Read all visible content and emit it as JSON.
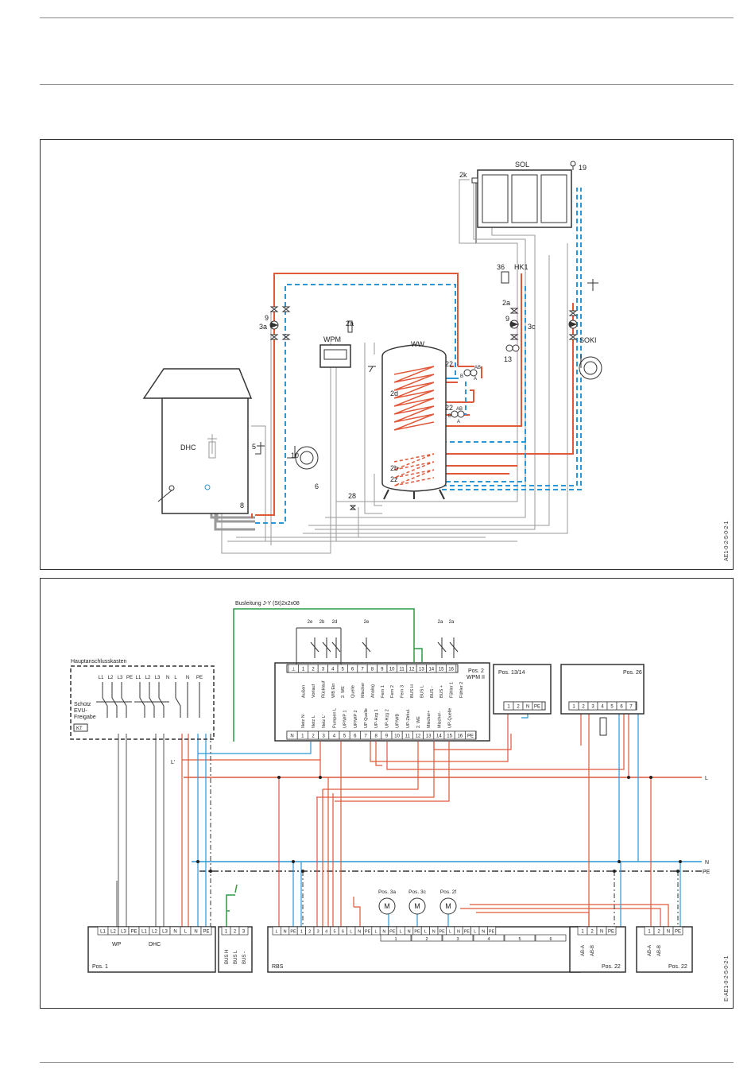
{
  "colors": {
    "supply": "#e0573a",
    "return": "#2b97d6",
    "grey": "#9a9a9a",
    "bus": "#2f9a45",
    "line": "#333333"
  },
  "hydraulic": {
    "ref": "AE1-0-2-5-0-2-1",
    "labels": {
      "sol": "SOL",
      "n19": "19",
      "n2k": "2k",
      "n36": "36",
      "hk1": "HK1",
      "n2a_hk": "2a",
      "n9_hk": "9",
      "n3c": "3c",
      "n13": "13",
      "soki": "SOKI",
      "n9": "9",
      "n3a": "3a",
      "wpm": "WPM",
      "n2a_wpm": "2a",
      "ww": "WW",
      "n22a": "22",
      "n22b": "22",
      "ab1": "AB",
      "b1": "B",
      "a1": "A",
      "ab2": "AB",
      "b2": "B",
      "a2": "A",
      "n2d": "2d",
      "n2b": "2b",
      "n2z": "2z",
      "dhc": "DHC",
      "n5": "5",
      "n10": "10",
      "n6": "6",
      "n8": "8",
      "n28": "28"
    }
  },
  "electrical": {
    "ref": "E-AE1-0-2-5-0-2-1",
    "bus_cable": "Busleitung J-Y (St)2x2x08",
    "hak_title": "Hauptanschlusskasten",
    "hak_top_terminals": [
      "L1",
      "L2",
      "L3",
      "PE",
      "L1",
      "L2",
      "L3",
      "N",
      "L",
      "N",
      "PE"
    ],
    "schuetz": [
      "Schütz",
      "EVU-",
      "Freigabe"
    ],
    "kt": "KT",
    "lprime": "L'",
    "wpm_sensor_nums": [
      "2e",
      "2b",
      "2d",
      "2e",
      "2a",
      "2a"
    ],
    "wpm_top_terminals": [
      "⊥",
      "1",
      "2",
      "3",
      "4",
      "5",
      "6",
      "7",
      "8",
      "9",
      "10",
      "11",
      "12",
      "13",
      "14",
      "15",
      "16"
    ],
    "wpm_top_functions": [
      "Außen",
      "Vorlauf",
      "Rücklauf",
      "WB Ein",
      "2. WE",
      "Quelle",
      "Mischer",
      "Analog",
      "Fern 1",
      "Fern 2",
      "Fern 3",
      "BUS H",
      "BUS L",
      "BUS -",
      "BUS +",
      "Fühler 1",
      "Fühler 2"
    ],
    "wpm_bottom_terminals": [
      "N",
      "1",
      "2",
      "3",
      "4",
      "5",
      "6",
      "7",
      "8",
      "9",
      "10",
      "11",
      "12",
      "13",
      "14",
      "15",
      "16",
      "PE"
    ],
    "wpm_bottom_functions": [
      "Netz N",
      "Netz L",
      "Netz L'",
      "Pumpen L",
      "UP/WP 1",
      "UP/WP 2",
      "UP Quelle",
      "UP-Hzg 1",
      "UP-Hzg 2",
      "UP/WB",
      "UP-Zirkul.",
      "2. WE",
      "Mischer+",
      "Mischer-",
      "UP-Quelle"
    ],
    "wpm_pos": [
      "Pos. 2",
      "WPM II"
    ],
    "pos1314": "Pos. 13/14",
    "pos1314_terms": [
      "1",
      "2",
      "N",
      "PE"
    ],
    "pos26": "Pos. 26",
    "pos26_terms": [
      "1",
      "2",
      "3",
      "4",
      "5",
      "6",
      "7"
    ],
    "rail_l": "L",
    "rail_n": "N",
    "rail_pe": "PE",
    "motors": [
      {
        "pos": "Pos. 3a",
        "m": "M"
      },
      {
        "pos": "Pos. 3c",
        "m": "M"
      },
      {
        "pos": "Pos. 2f",
        "m": "M"
      }
    ],
    "pos1_terms": [
      "L1",
      "L2",
      "L3",
      "PE",
      "L1",
      "L2",
      "L3",
      "N",
      "L",
      "N",
      "PE"
    ],
    "pos1_groups": [
      "WP",
      "DHC"
    ],
    "pos1_label": "Pos. 1",
    "bus_terms": [
      "1",
      "2",
      "3"
    ],
    "bus_names": [
      "BUS H",
      "BUS L",
      "BUS -"
    ],
    "rbs_terms": [
      "L",
      "N",
      "PE",
      "1",
      "2",
      "3",
      "4",
      "5",
      "6",
      "L",
      "N",
      "PE",
      "L",
      "N",
      "PE",
      "L",
      "N",
      "PE",
      "L",
      "N",
      "PE",
      "L",
      "N",
      "PE",
      "L",
      "N",
      "PE"
    ],
    "rbs_groups": [
      "1",
      "2",
      "3",
      "4",
      "5",
      "6"
    ],
    "rbs_label": "RBS",
    "pos22a_terms": [
      "1",
      "2",
      "N",
      "PE"
    ],
    "pos22a_names": [
      "AB-A",
      "AB-B"
    ],
    "pos22b_terms": [
      "1",
      "2",
      "N",
      "PE"
    ],
    "pos22b_names": [
      "AB-A",
      "AB-B"
    ],
    "pos22_label": "Pos. 22"
  }
}
